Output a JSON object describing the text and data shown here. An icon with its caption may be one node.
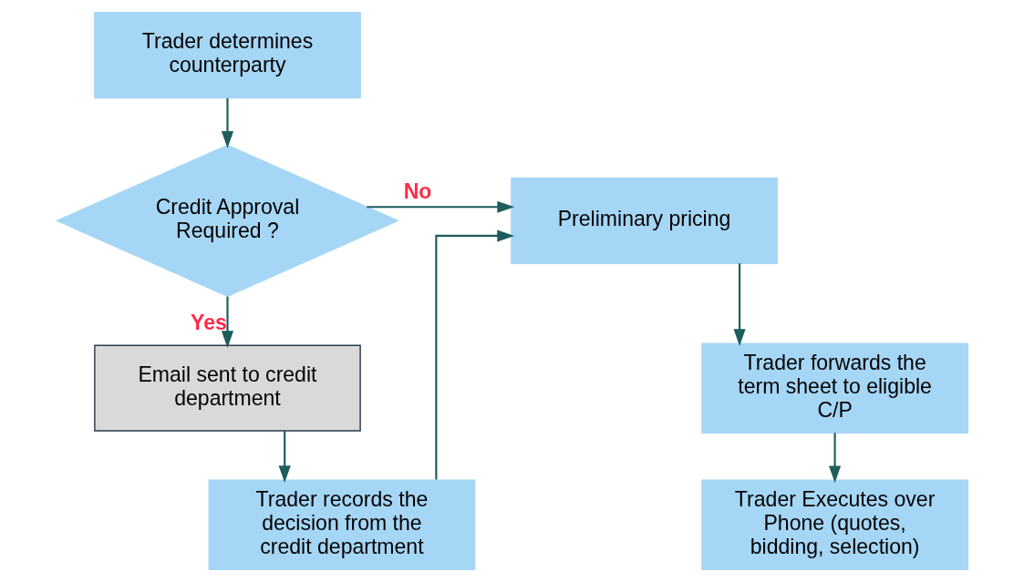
{
  "diagram": {
    "nodes": [
      {
        "text": [
          "Trader determines counterparty"
        ]
      },
      {
        "text": [
          "Credit Approval Required ?"
        ]
      },
      {
        "text": [
          "Preliminary pricing"
        ]
      },
      {
        "text": [
          "Email sent to credit department"
        ]
      },
      {
        "text": [
          "Trader records the decision from the credit department"
        ]
      },
      {
        "text": [
          "Trader forwards the term sheet to eligible C/P"
        ]
      },
      {
        "text": [
          "Trader Executes over Phone (quotes, bidding, selection)"
        ]
      }
    ],
    "edges": [
      {
        "from": 0,
        "to": 1,
        "arrow": "to"
      },
      {
        "from": 1,
        "to": 2,
        "arrow": "to",
        "label": "No"
      },
      {
        "from": 1,
        "to": 3,
        "arrow": "to",
        "label": "Yes"
      },
      {
        "from": 3,
        "to": 4,
        "arrow": "to"
      },
      {
        "from": 4,
        "to": 2,
        "arrow": "to"
      },
      {
        "from": 2,
        "to": 5,
        "arrow": "to"
      },
      {
        "from": 5,
        "to": 6,
        "arrow": "to"
      }
    ]
  }
}
